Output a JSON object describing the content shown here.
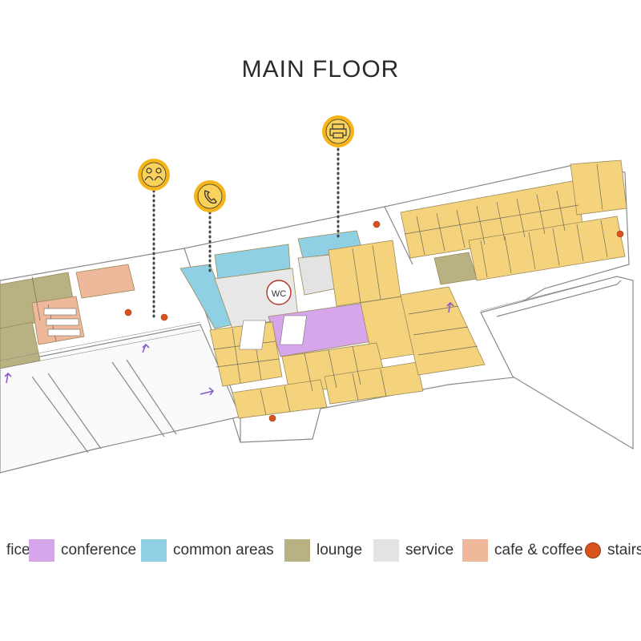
{
  "title": "MAIN FLOOR",
  "colors": {
    "office": "#f4d37c",
    "conference": "#d7a6ea",
    "common_areas": "#8fd0e4",
    "lounge": "#b8b282",
    "service": "#e3e3e3",
    "cafe_coffee": "#efb89b",
    "stairs": "#d9531e",
    "line": "#7a7a7a"
  },
  "center_label": "WC",
  "icons": [
    {
      "name": "meeting-people-icon"
    },
    {
      "name": "phone-icon"
    },
    {
      "name": "printer-icon"
    }
  ],
  "legend": [
    {
      "name": "office",
      "label": "office",
      "shown_text": "fice",
      "color": "#f4d37c",
      "kind": "swatch"
    },
    {
      "name": "conference",
      "label": "conference",
      "color": "#d7a6ea",
      "kind": "swatch"
    },
    {
      "name": "common-areas",
      "label": "common areas",
      "color": "#8fd0e4",
      "kind": "swatch"
    },
    {
      "name": "lounge",
      "label": "lounge",
      "color": "#b8b282",
      "kind": "swatch"
    },
    {
      "name": "service",
      "label": "service",
      "color": "#e3e3e3",
      "kind": "swatch"
    },
    {
      "name": "cafe-coffee",
      "label": "cafe & coffee",
      "color": "#efb89b",
      "kind": "swatch"
    },
    {
      "name": "stairs",
      "label": "stairs",
      "color": "#d9531e",
      "kind": "dot"
    }
  ]
}
